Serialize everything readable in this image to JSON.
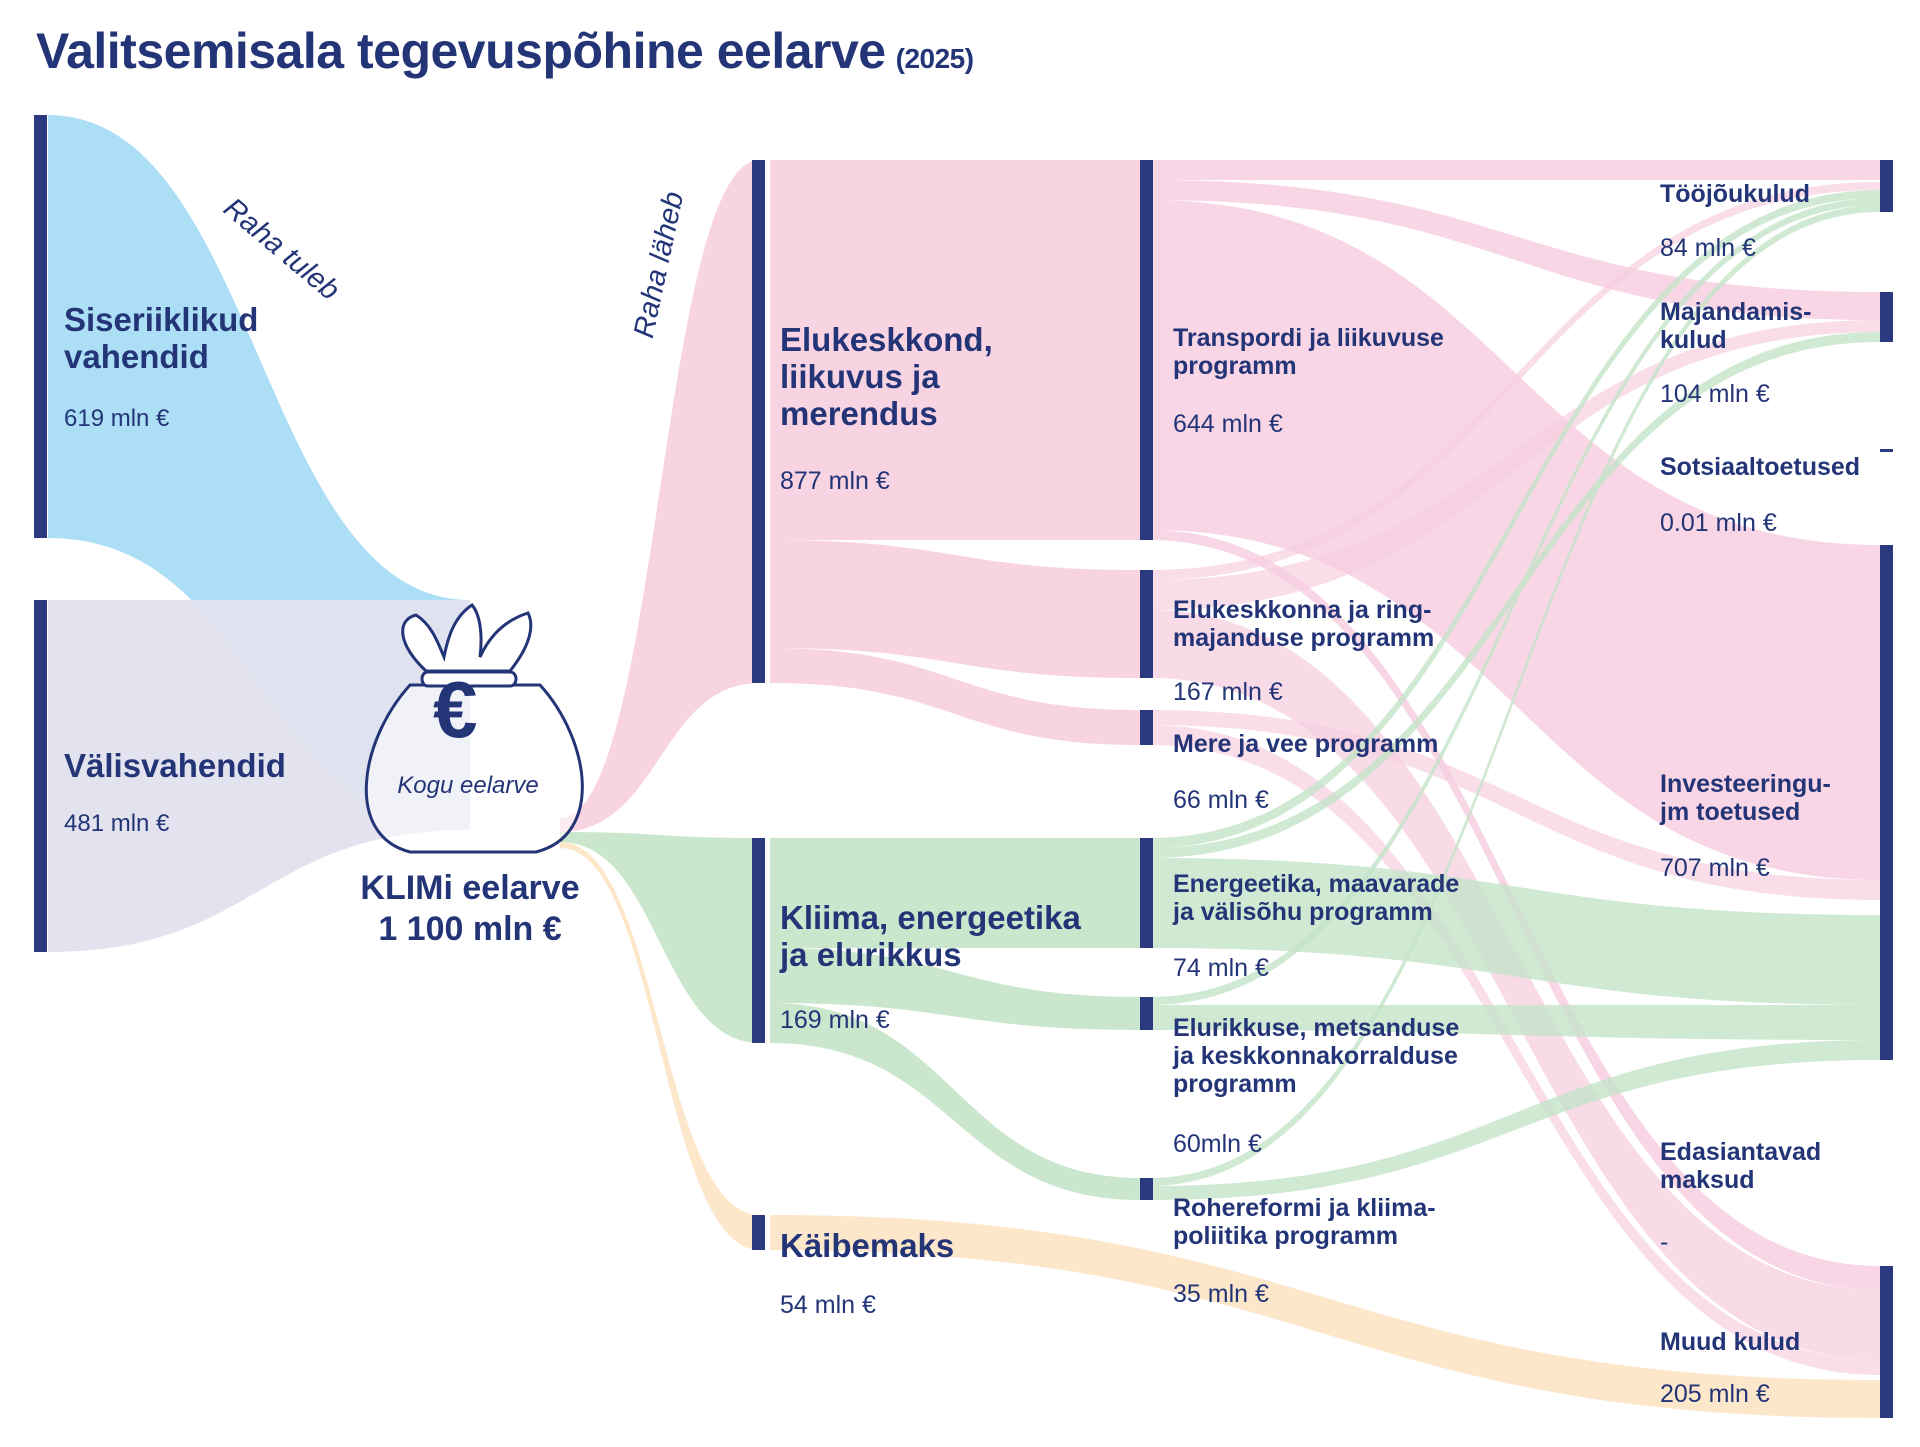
{
  "title": "Valitsemisala tegevuspõhine eelarve",
  "year": "(2025)",
  "flow_labels": {
    "in": "Raha tuleb",
    "out": "Raha läheb"
  },
  "bag": {
    "symbol": "€",
    "caption": "Kogu eelarve"
  },
  "total": {
    "name": "KLIMi eelarve",
    "value": "1 100 mln €"
  },
  "sources": [
    {
      "name": "Siseriiklikud\nvahendid",
      "value": "619 mln €",
      "color": "#a8dcf5"
    },
    {
      "name": "Välisvahendid",
      "value": "481 mln €",
      "color": "#e2e1ee"
    }
  ],
  "areas": [
    {
      "name": "Elukeskkond,\nliikuvus ja\nmerendus",
      "value": "877 mln €",
      "color": "#f7cfe0"
    },
    {
      "name": "Kliima, energeetika\nja elurikkus",
      "value": "169 mln €",
      "color": "#c4e3c8"
    },
    {
      "name": "Käibemaks",
      "value": "54 mln €",
      "color": "#fde4c4"
    }
  ],
  "programs": [
    {
      "name": "Transpordi ja liikuvuse\nprogramm",
      "value": "644 mln €"
    },
    {
      "name": "Elukeskkonna ja ring-\nmajanduse programm",
      "value": "167 mln €"
    },
    {
      "name": "Mere ja vee programm",
      "value": "66 mln €"
    },
    {
      "name": "Energeetika, maavarade\nja välisõhu programm",
      "value": "74 mln €"
    },
    {
      "name": "Elurikkuse, metsanduse\nja keskkonnakorralduse\nprogramm",
      "value": "60mln €"
    },
    {
      "name": "Rohereformi ja kliima-\npoliitika programm",
      "value": "35 mln €"
    }
  ],
  "costs": [
    {
      "name": "Tööjõukulud",
      "value": "84 mln €"
    },
    {
      "name": "Majandamis-\nkulud",
      "value": "104 mln €"
    },
    {
      "name": "Sotsiaaltoetused",
      "value": "0.01 mln €"
    },
    {
      "name": "Investeeringu-\njm toetused",
      "value": "707 mln €"
    },
    {
      "name": "Edasiantavad\nmaksud",
      "value": "-"
    },
    {
      "name": "Muud kulud",
      "value": "205 mln €"
    }
  ],
  "colors": {
    "bar": "#2b3a7f",
    "text": "#233477"
  }
}
